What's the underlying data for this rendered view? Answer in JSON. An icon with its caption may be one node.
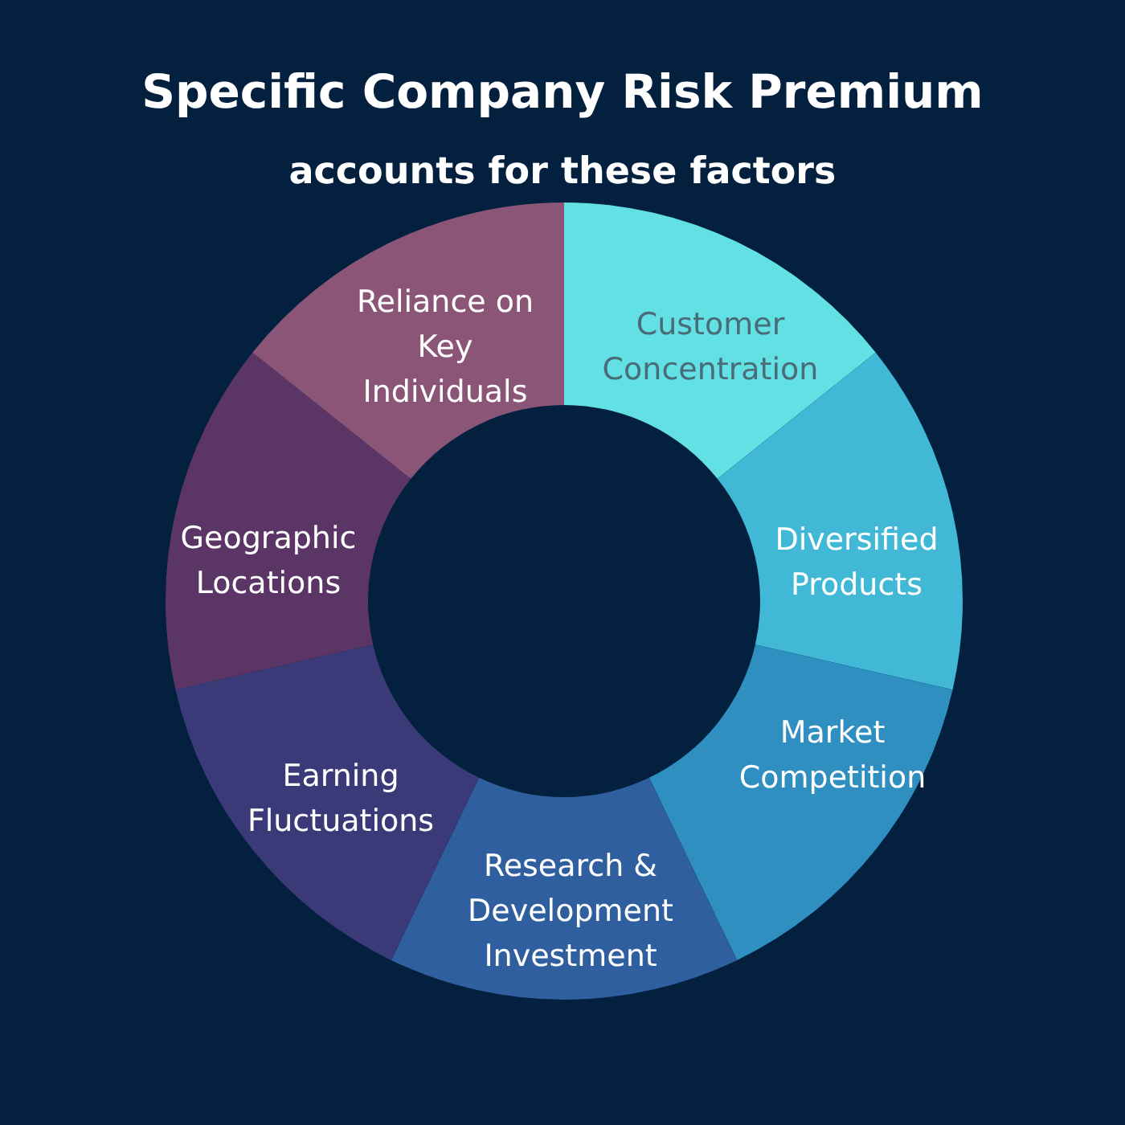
{
  "diagram": {
    "title": "Specific Company Risk Premium",
    "nodes": [
      {
        "text": [
          "Customer Concentration"
        ]
      },
      {
        "text": [
          "Diversified Products"
        ]
      },
      {
        "text": [
          "Market Competition"
        ]
      },
      {
        "text": [
          "Research & Development Investment"
        ]
      },
      {
        "text": [
          "Earning Fluctuations"
        ]
      },
      {
        "text": [
          "Geographic Locations"
        ]
      },
      {
        "text": [
          "Reliance on Key Individuals"
        ]
      }
    ],
    "labels": [
      "accounts for these factors"
    ]
  }
}
